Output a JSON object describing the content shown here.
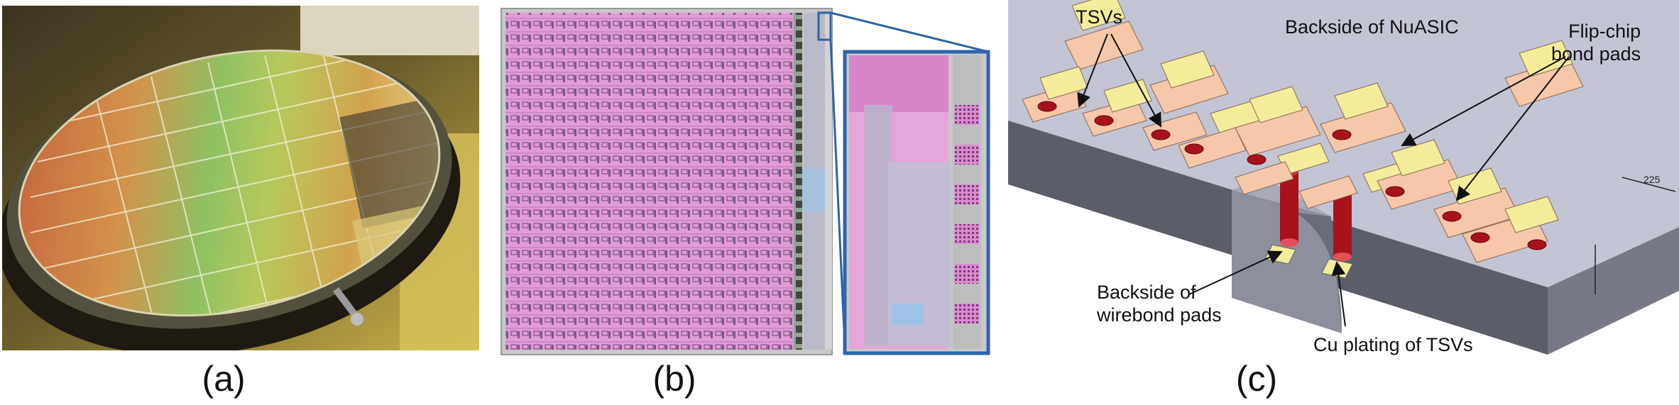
{
  "captions": {
    "a": "(a)",
    "b": "(b)",
    "c": "(c)"
  },
  "annotations": {
    "tsvs": "TSVs",
    "backside_nuasic": "Backside of NuASIC",
    "flipchip_line1": "Flip-chip",
    "flipchip_line2": "bond pads",
    "wirebond_line1": "Backside of",
    "wirebond_line2": "wirebond pads",
    "cu_plating": "Cu plating of TSVs",
    "dim_225": "225"
  }
}
